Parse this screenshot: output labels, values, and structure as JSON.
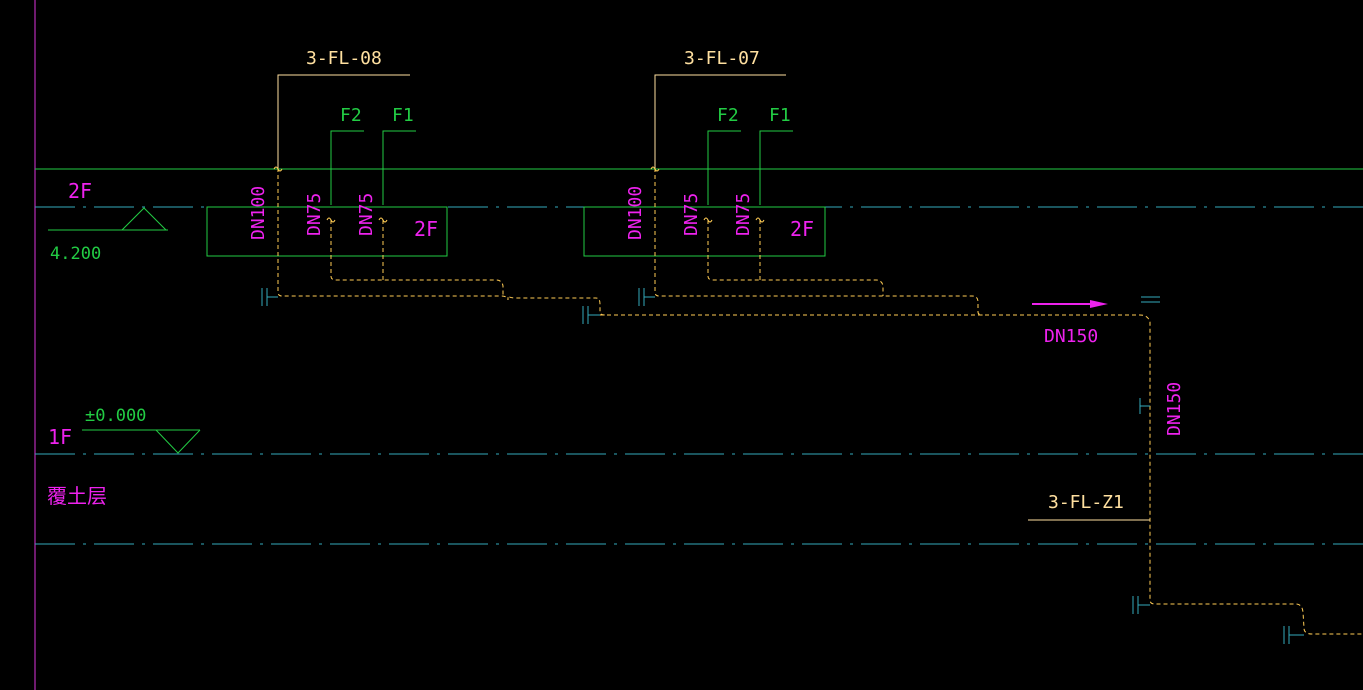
{
  "colors": {
    "background": "#000000",
    "pipe": "#ffcc55",
    "cyan": "#33aabb",
    "green": "#22cc44",
    "magenta": "#ee22ee",
    "leader": "#ffe0a0",
    "border": "#dd33dd"
  },
  "floors": {
    "f2": {
      "label": "2F",
      "elevation": "4.200"
    },
    "f1": {
      "label": "1F",
      "elevation": "±0.000"
    },
    "soil": {
      "label": "覆土层"
    }
  },
  "stacks": {
    "left": {
      "id": "3-FL-08",
      "sub1": "F2",
      "sub2": "F1",
      "pipe_sizes": [
        "DN100",
        "DN75",
        "DN75"
      ],
      "floor_tag": "2F"
    },
    "right": {
      "id": "3-FL-07",
      "sub1": "F2",
      "sub2": "F1",
      "pipe_sizes": [
        "DN100",
        "DN75",
        "DN75"
      ],
      "floor_tag": "2F"
    }
  },
  "main": {
    "horizontal_size": "DN150",
    "riser_size": "DN150",
    "riser_id": "3-FL-Z1"
  }
}
